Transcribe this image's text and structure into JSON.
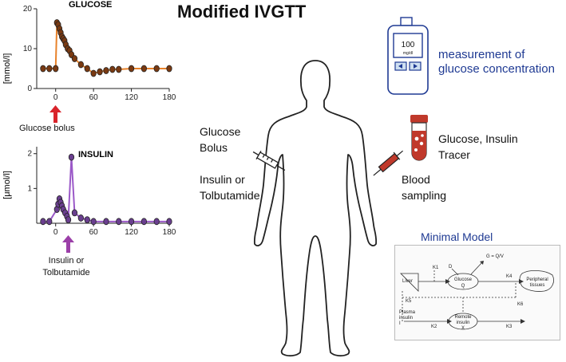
{
  "title": "Modified IVGTT",
  "glucose_chart": {
    "title": "GLUCOSE",
    "ylabel": "[mmol/l]",
    "annotation": "Glucose bolus"
  },
  "insulin_chart": {
    "title": "INSULIN",
    "ylabel": "[μmol/l]",
    "annotation_line1": "Insulin or",
    "annotation_line2": "Tolbutamide"
  },
  "labels": {
    "glucose_bolus_line1": "Glucose",
    "glucose_bolus_line2": "Bolus",
    "insulin_or_line1": "Insulin or",
    "insulin_or_line2": "Tolbutamide",
    "glucose_insulin_line1": "Glucose, Insulin",
    "glucose_insulin_line2": "Tracer",
    "blood_sampling_line1": "Blood",
    "blood_sampling_line2": "sampling",
    "measurement_line1": "measurement of",
    "measurement_line2": "glucose concentration"
  },
  "meter": {
    "reading": "100",
    "unit": "mg/dl"
  },
  "minimal_model": {
    "title": "Minimal Model",
    "liver": "Liver",
    "glucose_line1": "Glucose",
    "glucose_line2": "Q",
    "peripheral_line1": "Peripheral",
    "peripheral_line2": "tissues",
    "remote_line1": "Remote",
    "remote_line2": "insulin",
    "remote_line3": "X",
    "plasma_line1": "Plasma",
    "plasma_line2": "insulin",
    "plasma_line3": "I",
    "d": "D",
    "g_eq": "G = Q/V",
    "k1": "K1",
    "k2": "K2",
    "k3": "K3",
    "k4": "K4",
    "k5": "K5",
    "k6": "K6"
  },
  "chart_data": [
    {
      "type": "line",
      "title": "GLUCOSE",
      "ylabel": "[mmol/l]",
      "xlim": [
        -30,
        180
      ],
      "ylim": [
        0,
        20
      ],
      "xticks": [
        0,
        60,
        120,
        180
      ],
      "yticks": [
        0,
        10,
        20
      ],
      "color": "#e8822a",
      "marker_fill": "#7a3a12",
      "x": [
        -20,
        -10,
        0,
        2,
        4,
        6,
        8,
        10,
        12,
        14,
        16,
        19,
        22,
        25,
        30,
        40,
        50,
        60,
        70,
        80,
        90,
        100,
        120,
        140,
        160,
        180
      ],
      "y": [
        5,
        5,
        5,
        16.5,
        16,
        15,
        14,
        13,
        12.5,
        12,
        11,
        10,
        9.5,
        8.5,
        7.5,
        6,
        5,
        3.8,
        4.2,
        4.5,
        4.8,
        4.8,
        5,
        5,
        5,
        5
      ]
    },
    {
      "type": "line",
      "title": "INSULIN",
      "ylabel": "[μmol/l]",
      "xlim": [
        -30,
        180
      ],
      "ylim": [
        0,
        2.2
      ],
      "xticks": [
        0,
        60,
        120,
        180
      ],
      "yticks": [
        1.0,
        2.0
      ],
      "color": "#9b59c8",
      "marker_fill": "#6a3f8f",
      "x": [
        -20,
        -10,
        2,
        4,
        6,
        8,
        10,
        12,
        15,
        18,
        20,
        25,
        30,
        40,
        50,
        60,
        80,
        100,
        120,
        140,
        160,
        180
      ],
      "y": [
        0.05,
        0.05,
        0.4,
        0.55,
        0.7,
        0.6,
        0.5,
        0.4,
        0.3,
        0.2,
        0.1,
        1.9,
        0.3,
        0.15,
        0.1,
        0.05,
        0.05,
        0.05,
        0.05,
        0.05,
        0.05,
        0.05
      ]
    }
  ]
}
